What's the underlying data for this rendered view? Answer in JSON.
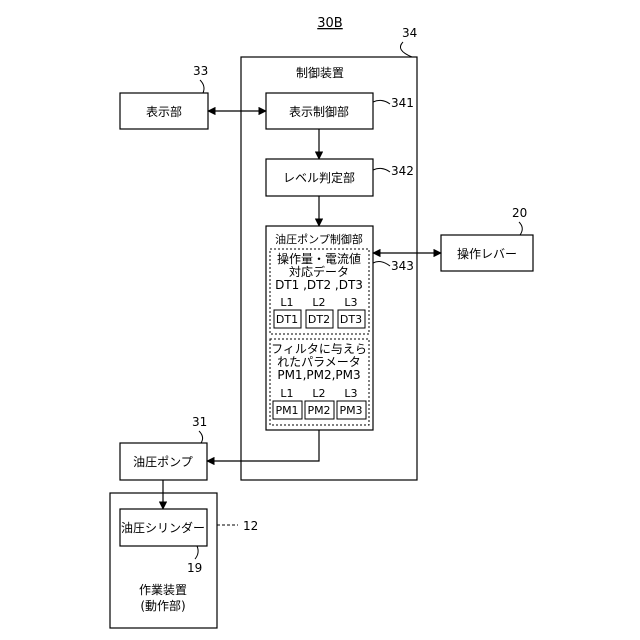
{
  "figure": {
    "label": "30B"
  },
  "control_device": {
    "ref": "34",
    "title": "制御装置"
  },
  "display_unit": {
    "ref": "33",
    "label": "表示部"
  },
  "display_control": {
    "ref": "341",
    "label": "表示制御部"
  },
  "level_judgment": {
    "ref": "342",
    "label": "レベル判定部"
  },
  "pump_control": {
    "ref": "343",
    "title": "油圧ポンプ制御部",
    "current_table": {
      "line1": "操作量・電流値",
      "line2": "対応データ",
      "line3": "DT1 ,DT2 ,DT3",
      "levels": [
        "L1",
        "L2",
        "L3"
      ],
      "items": [
        "DT1",
        "DT2",
        "DT3"
      ]
    },
    "filter_params": {
      "line1": "フィルタに与えら",
      "line2": "れたパラメータ",
      "line3": "PM1,PM2,PM3",
      "levels": [
        "L1",
        "L2",
        "L3"
      ],
      "items": [
        "PM1",
        "PM2",
        "PM3"
      ]
    }
  },
  "operation_lever": {
    "ref": "20",
    "label": "操作レバー"
  },
  "hydraulic_pump": {
    "ref": "31",
    "label": "油圧ポンプ"
  },
  "work_device": {
    "ref": "12",
    "label_line1": "作業装置",
    "label_line2": "(動作部)",
    "cylinder": {
      "ref": "19",
      "label": "油圧シリンダー"
    }
  }
}
